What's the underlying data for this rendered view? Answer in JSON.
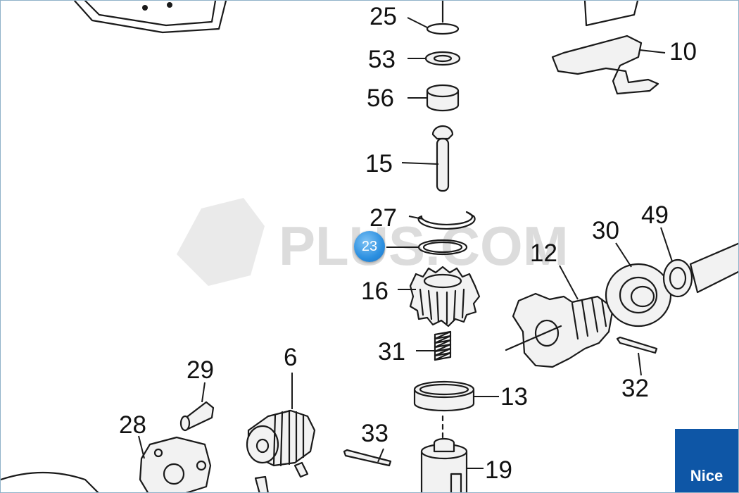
{
  "diagram": {
    "part_labels": {
      "p25": "25",
      "p53": "53",
      "p56": "56",
      "p15": "15",
      "p27": "27",
      "p16": "16",
      "p31": "31",
      "p13": "13",
      "p19": "19",
      "p33": "33",
      "p6": "6",
      "p29": "29",
      "p28": "28",
      "p10": "10",
      "p12": "12",
      "p30": "30",
      "p49": "49",
      "p32": "32"
    },
    "watermark": "PLUS.COM",
    "highlighted_callout": "23",
    "brand_badge": "Nice"
  },
  "colors": {
    "callout": "#2b8fe0",
    "brand": "#0e56a6",
    "frame": "#8fb2c9"
  }
}
